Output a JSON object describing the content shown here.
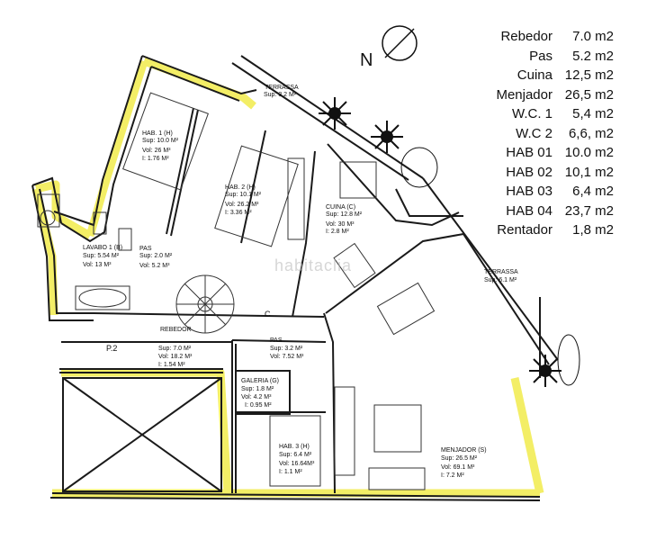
{
  "colors": {
    "highlight": "#f3ee66",
    "wall": "#1a1a1a",
    "paper": "#ffffff"
  },
  "compass": {
    "label": "N",
    "icon": "north-arrow-icon"
  },
  "watermark": "habitaclia",
  "areas": [
    {
      "name": "Rebedor",
      "value": "7.0 m2"
    },
    {
      "name": "Pas",
      "value": "5.2 m2"
    },
    {
      "name": "Cuina",
      "value": "12,5 m2"
    },
    {
      "name": "Menjador",
      "value": "26,5 m2"
    },
    {
      "name": "W.C. 1",
      "value": "5,4 m2"
    },
    {
      "name": "W.C 2",
      "value": "6,6, m2"
    },
    {
      "name": "HAB 01",
      "value": "10.0 m2"
    },
    {
      "name": "HAB 02",
      "value": "10,1 m2"
    },
    {
      "name": "HAB 03",
      "value": "6,4 m2"
    },
    {
      "name": "HAB 04",
      "value": "23,7 m2"
    },
    {
      "name": "Rentador",
      "value": "1,8 m2"
    }
  ],
  "rooms": {
    "terrassa_top": {
      "name": "TERRASSA",
      "sup": "Sup: 3.2 M²"
    },
    "hab1": {
      "name": "HAB. 1 (H)",
      "sup": "Sup: 10.0  M²",
      "vol": "Vol: 26  M³",
      "i": "I: 1.76  M²"
    },
    "hab2": {
      "name": "HAB. 2 (H)",
      "sup": "Sup: 10.1  M²",
      "vol": "Vol: 26.2  M³",
      "i": "I: 3.36  M²"
    },
    "cuina": {
      "name": "CUINA (C)",
      "sup": "Sup: 12.8  M²",
      "vol": "Vol: 30  M³",
      "i": "I: 2.8  M²"
    },
    "lavabo": {
      "name": "LAVABO 1 (B)",
      "sup": "Sup: 5.54  M²",
      "vol": "Vol: 13  M³"
    },
    "pas1": {
      "name": "PAS",
      "sup": "Sup: 2.0  M²",
      "vol": "Vol: 5.2  M³"
    },
    "terrassa_right": {
      "name": "TERRASSA",
      "sup": "Sup: 6.1  M²"
    },
    "rebedor": {
      "name": "REBEDOR",
      "sup": "Sup: 7.0  M²",
      "vol": "Vol: 18.2  M³",
      "i": "I: 1.54  M²"
    },
    "pas2": {
      "name": "PAS",
      "sup": "Sup: 3.2  M²",
      "vol": "Vol: 7.52  M³"
    },
    "galeria": {
      "name": "GALERIA (G)",
      "sup": "Sup: 1.8  M²",
      "vol": "Vol: 4.2  M³",
      "i": "I: 0.95  M²"
    },
    "hab3": {
      "name": "HAB. 3 (H)",
      "sup": "Sup: 6.4  M²",
      "vol": "Vol: 16.64M³",
      "i": "I: 1.1  M²"
    },
    "menjador": {
      "name": "MENJADOR (S)",
      "sup": "Sup: 26.5  M²",
      "vol": "Vol: 69.1  M³",
      "i": "I: 7.2  M²"
    }
  },
  "markers": {
    "p2": "P.2",
    "c": "C"
  }
}
